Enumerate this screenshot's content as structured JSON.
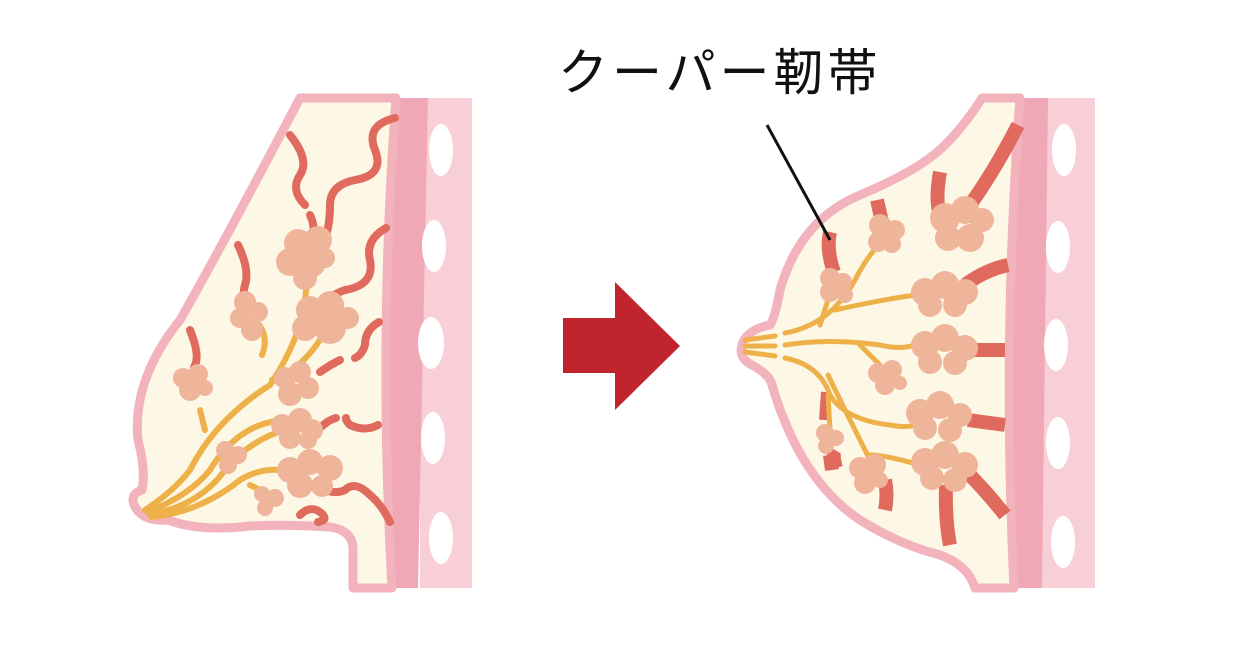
{
  "diagram": {
    "title": "",
    "label": {
      "text": "クーパー靭帯",
      "meaning": "Cooper's ligament"
    },
    "panels": [
      {
        "name": "before",
        "description": "Breast with stretched / torn Cooper's ligaments (sagging)"
      },
      {
        "name": "after",
        "description": "Breast with intact Cooper's ligaments"
      }
    ],
    "arrow": {
      "direction": "right",
      "color": "#c0242c"
    },
    "colors": {
      "skin_outline": "#f2b3bd",
      "fat_fill": "#fdf8e6",
      "ligament": "#e06a5e",
      "lobule": "#efb59b",
      "duct": "#eeb14a",
      "chest_wall_dark": "#f0a8b6",
      "chest_wall_light": "#f8cfd6",
      "rib_hole": "#ffffff",
      "leader_line": "#111111"
    }
  }
}
